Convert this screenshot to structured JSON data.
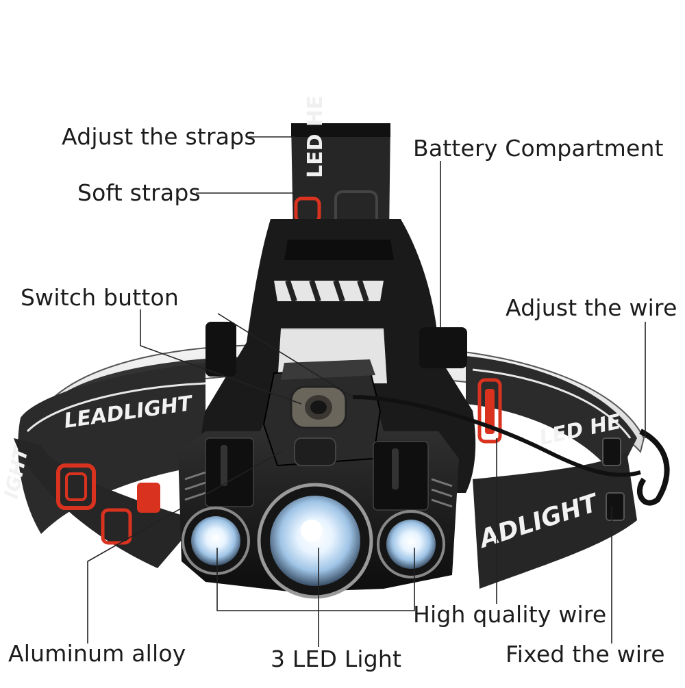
{
  "labels": {
    "adjust_straps": "Adjust the straps",
    "soft_straps": "Soft straps",
    "switch_button": "Switch button",
    "battery_compartment": "Battery Compartment",
    "adjust_wire": "Adjust the wire",
    "aluminum_alloy": "Aluminum alloy",
    "three_led_light": "3 LED Light",
    "high_quality_wire": "High quality wire",
    "fixed_wire": "Fixed the wire"
  },
  "strap_prints": {
    "top_strap": "LED HE",
    "left_strap_inner": "LEADLIGHT",
    "left_strap_outer": "IGHT",
    "right_strap_inner": "LED HE",
    "right_strap_outer": "ADLIGHT"
  },
  "colors": {
    "strap": "#2a2a2a",
    "housing": "#111111",
    "accent_red": "#d9321f",
    "led_glow": "#dcefff",
    "leader_line": "#222222"
  }
}
